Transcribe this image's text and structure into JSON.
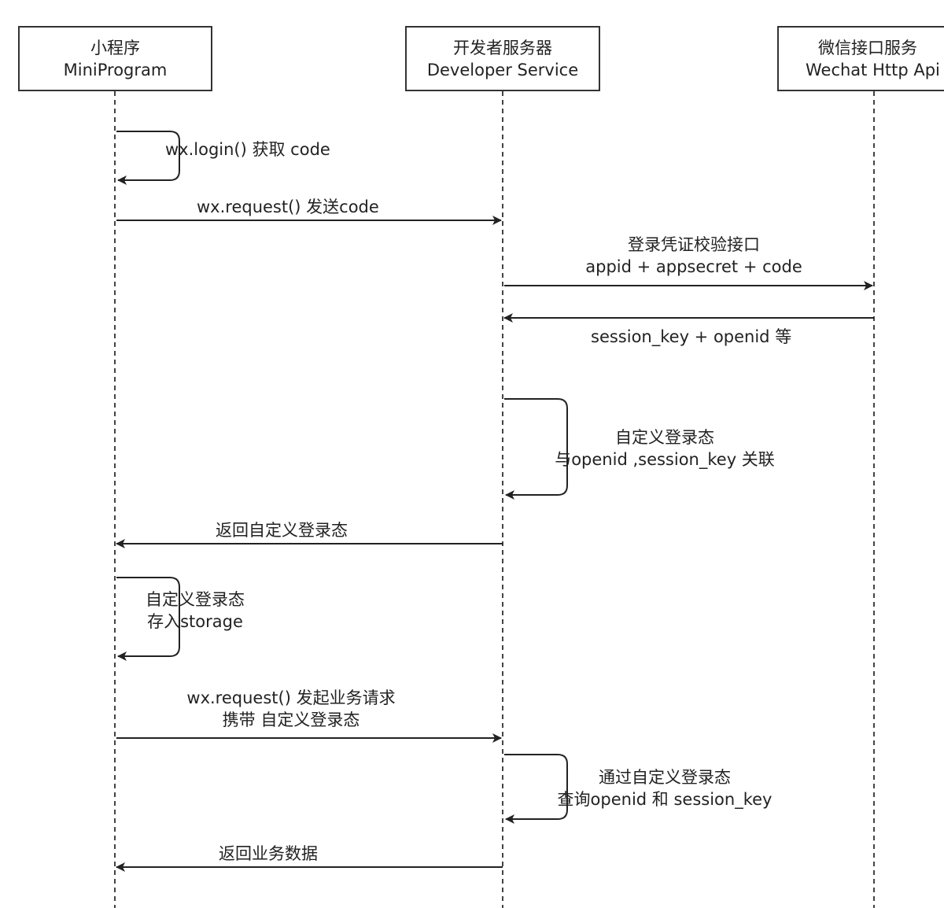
{
  "participants": [
    {
      "name_cn": "小程序",
      "name_en": "MiniProgram"
    },
    {
      "name_cn": "开发者服务器",
      "name_en": "Developer Service"
    },
    {
      "name_cn": "微信接口服务",
      "name_en": "Wechat Http Api"
    }
  ],
  "messages": [
    {
      "lines": [
        "wx.login() 获取 code"
      ]
    },
    {
      "lines": [
        "wx.request() 发送code"
      ]
    },
    {
      "lines": [
        "登录凭证校验接口",
        "appid + appsecret + code"
      ]
    },
    {
      "lines": [
        "session_key + openid 等"
      ]
    },
    {
      "lines": [
        "自定义登录态",
        "与openid ,session_key 关联"
      ]
    },
    {
      "lines": [
        "返回自定义登录态"
      ]
    },
    {
      "lines": [
        "自定义登录态",
        "存入storage"
      ]
    },
    {
      "lines": [
        "wx.request() 发起业务请求",
        "携带 自定义登录态"
      ]
    },
    {
      "lines": [
        "通过自定义登录态",
        "查询openid 和 session_key"
      ]
    },
    {
      "lines": [
        "返回业务数据"
      ]
    }
  ],
  "colors": {
    "line": "#222222",
    "lifeline": "#444444",
    "border": "#333333"
  }
}
